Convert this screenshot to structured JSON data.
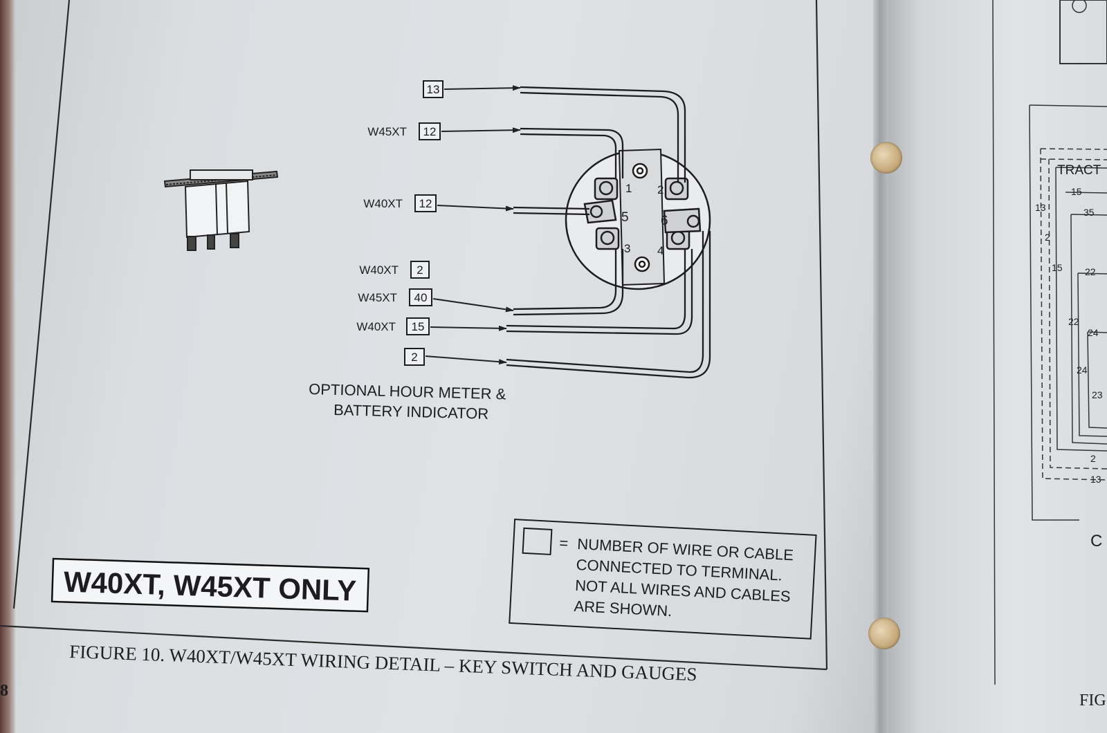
{
  "wire_tags": [
    {
      "model": "",
      "number": "13"
    },
    {
      "model": "W45XT",
      "number": "12"
    },
    {
      "model": "W40XT",
      "number": "12"
    },
    {
      "model": "W40XT",
      "number": "2"
    },
    {
      "model": "W45XT",
      "number": "40"
    },
    {
      "model": "W40XT",
      "number": "15"
    },
    {
      "model": "",
      "number": "2"
    }
  ],
  "terminals": [
    "1",
    "2",
    "3",
    "4",
    "5",
    "6"
  ],
  "meter_caption": {
    "line1": "OPTIONAL HOUR  METER &",
    "line2": "BATTERY INDICATOR"
  },
  "legend": {
    "equals": "=",
    "lines": [
      "NUMBER OF WIRE OR CABLE",
      "CONNECTED TO TERMINAL.",
      "NOT ALL WIRES AND CABLES",
      "ARE SHOWN."
    ]
  },
  "model_badge": "W40XT, W45XT ONLY",
  "figure_caption": "FIGURE 10. W40XT/W45XT WIRING DETAIL  –  KEY SWITCH AND GAUGES",
  "page_number": "8",
  "right_page": {
    "tract_label": "TRACT",
    "wire_numbers": [
      "15",
      "13",
      "35",
      "2",
      "15",
      "22",
      "22",
      "24",
      "24",
      "23",
      "2",
      "13"
    ],
    "fragment_c": "C",
    "fragment_fig": "FIG"
  }
}
